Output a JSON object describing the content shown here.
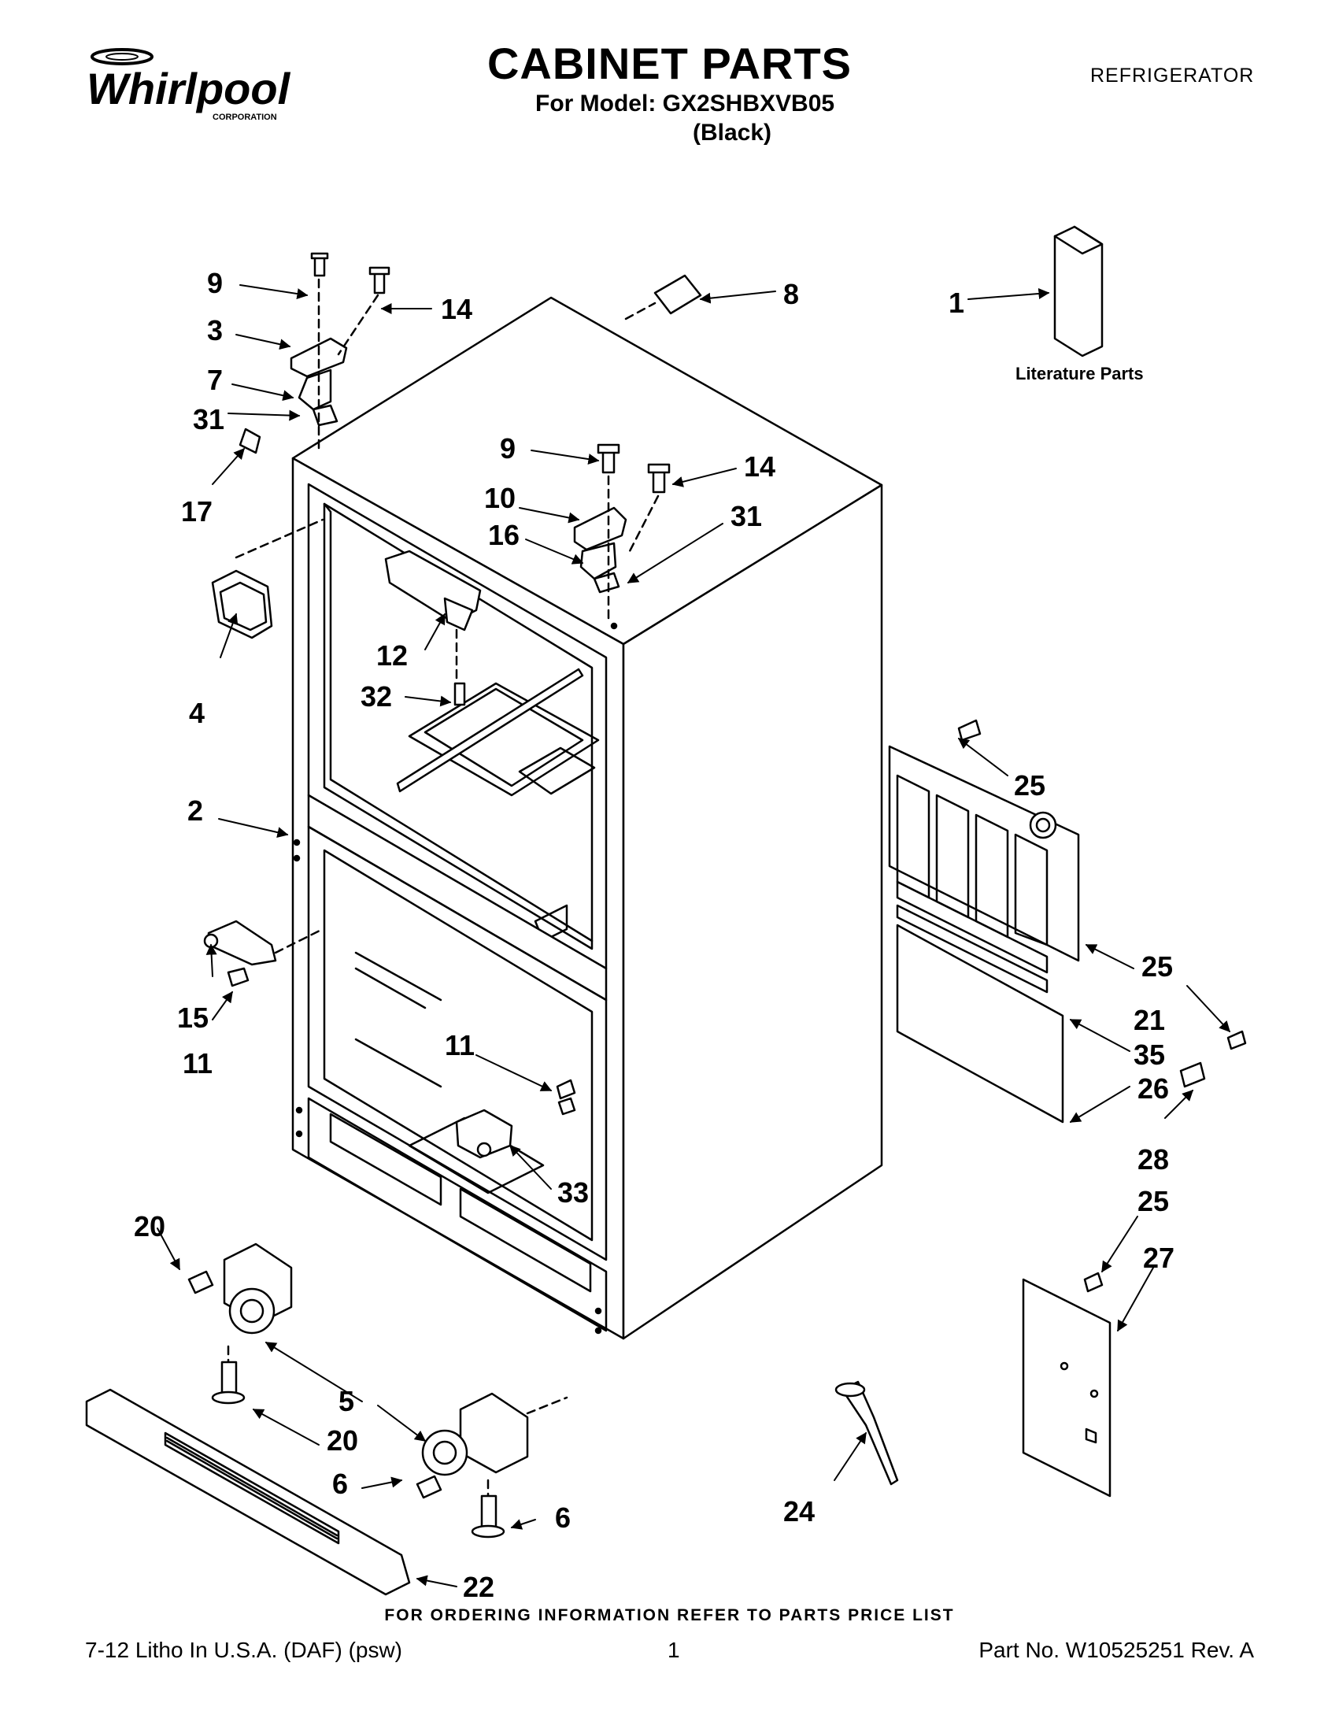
{
  "header": {
    "brand": "Whirlpool",
    "brand_sub": "CORPORATION",
    "title": "CABINET PARTS",
    "model_line": "For Model: GX2SHBXVB05",
    "variant": "(Black)",
    "appliance": "REFRIGERATOR"
  },
  "diagram": {
    "literature_label": "Literature Parts",
    "callouts": {
      "c1": "1",
      "c2": "2",
      "c3": "3",
      "c4": "4",
      "c5": "5",
      "c6a": "6",
      "c6b": "6",
      "c7": "7",
      "c8": "8",
      "c9a": "9",
      "c9b": "9",
      "c10": "10",
      "c11a": "11",
      "c11b": "11",
      "c12": "12",
      "c14a": "14",
      "c14b": "14",
      "c15": "15",
      "c16": "16",
      "c17": "17",
      "c20a": "20",
      "c20b": "20",
      "c21": "21",
      "c22": "22",
      "c24": "24",
      "c25a": "25",
      "c25b": "25",
      "c25c": "25",
      "c26": "26",
      "c27": "27",
      "c28": "28",
      "c31a": "31",
      "c31b": "31",
      "c32": "32",
      "c33": "33",
      "c35": "35"
    }
  },
  "footer": {
    "note": "FOR ORDERING INFORMATION REFER TO PARTS PRICE LIST",
    "left": "7-12 Litho In U.S.A. (DAF) (psw)",
    "page": "1",
    "right": "Part No. W10525251 Rev. A"
  }
}
